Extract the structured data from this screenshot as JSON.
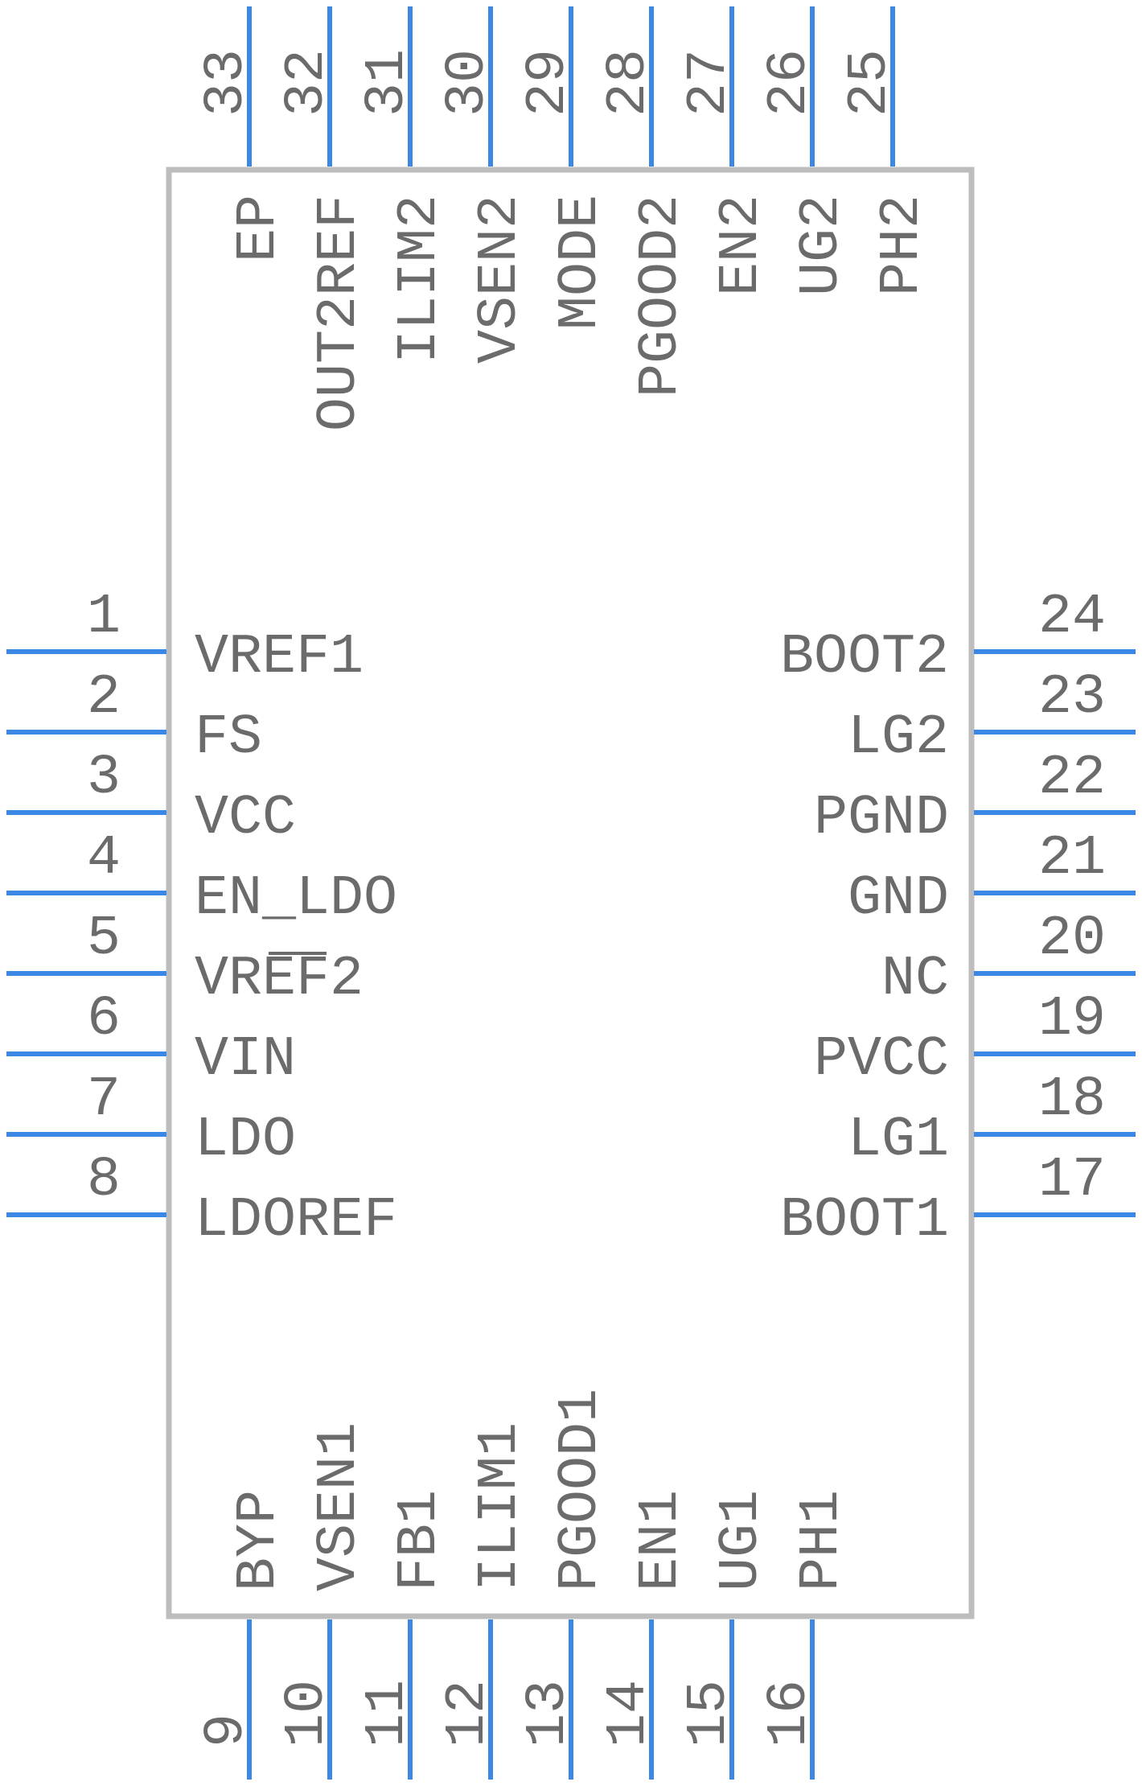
{
  "component": {
    "left_pins": [
      {
        "number": "1",
        "name": "VREF1"
      },
      {
        "number": "2",
        "name": "FS"
      },
      {
        "number": "3",
        "name": "VCC"
      },
      {
        "number": "4",
        "name": "EN_LDO"
      },
      {
        "number": "5",
        "name": "VREF2"
      },
      {
        "number": "6",
        "name": "VIN"
      },
      {
        "number": "7",
        "name": "LDO"
      },
      {
        "number": "8",
        "name": "LDOREF"
      }
    ],
    "right_pins": [
      {
        "number": "24",
        "name": "BOOT2"
      },
      {
        "number": "23",
        "name": "LG2"
      },
      {
        "number": "22",
        "name": "PGND"
      },
      {
        "number": "21",
        "name": "GND"
      },
      {
        "number": "20",
        "name": "NC"
      },
      {
        "number": "19",
        "name": "PVCC"
      },
      {
        "number": "18",
        "name": "LG1"
      },
      {
        "number": "17",
        "name": "BOOT1"
      }
    ],
    "top_pins": [
      {
        "number": "33",
        "name": "EP"
      },
      {
        "number": "32",
        "name": "OUT2REF"
      },
      {
        "number": "31",
        "name": "ILIM2"
      },
      {
        "number": "30",
        "name": "VSEN2"
      },
      {
        "number": "29",
        "name": "MODE"
      },
      {
        "number": "28",
        "name": "PGOOD2"
      },
      {
        "number": "27",
        "name": "EN2"
      },
      {
        "number": "26",
        "name": "UG2"
      },
      {
        "number": "25",
        "name": "PH2"
      }
    ],
    "bottom_pins": [
      {
        "number": "9",
        "name": "BYP"
      },
      {
        "number": "10",
        "name": "VSEN1"
      },
      {
        "number": "11",
        "name": "FB1"
      },
      {
        "number": "12",
        "name": "ILIM1"
      },
      {
        "number": "13",
        "name": "PGOOD1"
      },
      {
        "number": "14",
        "name": "EN1"
      },
      {
        "number": "15",
        "name": "UG1"
      },
      {
        "number": "16",
        "name": "PH1"
      }
    ]
  },
  "colors": {
    "pin": "#3a87e6",
    "outline": "#bdbdbd",
    "text": "#6b6b6b"
  }
}
